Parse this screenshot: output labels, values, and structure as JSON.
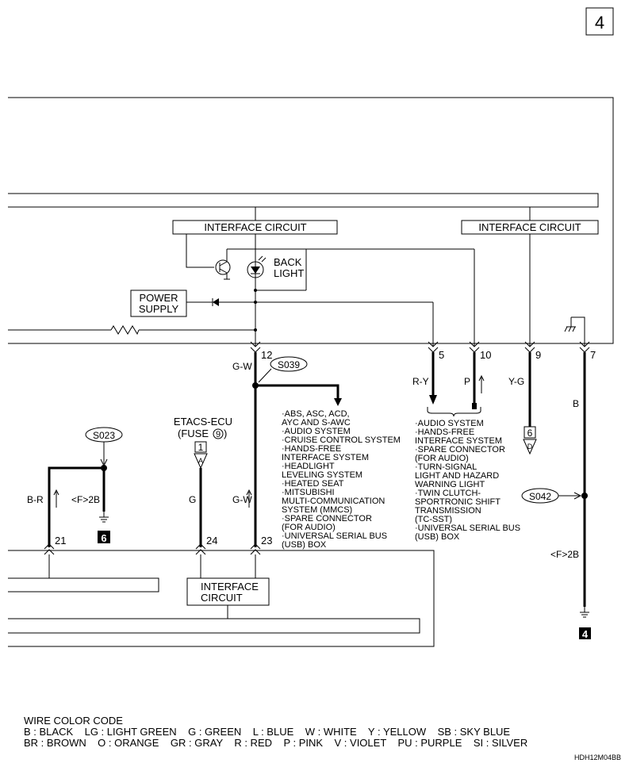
{
  "page_number": "4",
  "blocks": {
    "interface_circuit_1": "INTERFACE CIRCUIT",
    "interface_circuit_2": "INTERFACE CIRCUIT",
    "back_light": [
      "BACK",
      "LIGHT"
    ],
    "power_supply": [
      "POWER",
      "SUPPLY"
    ],
    "interface_circuit_3": [
      "INTERFACE",
      "CIRCUIT"
    ]
  },
  "pins_top": [
    {
      "num": "12",
      "color": "G-W"
    },
    {
      "num": "5",
      "color": "R-Y"
    },
    {
      "num": "10",
      "color": "P"
    },
    {
      "num": "9",
      "color": "Y-G"
    },
    {
      "num": "7",
      "color": "B"
    }
  ],
  "pins_bottom": [
    {
      "num": "21",
      "color": "B-R"
    },
    {
      "num": "24",
      "color": "G"
    },
    {
      "num": "23",
      "color": "G-W"
    }
  ],
  "splices": [
    "S039",
    "S023",
    "S042"
  ],
  "etacs": {
    "line1": "ETACS-ECU",
    "fuse_prefix": "(FUSE",
    "fuse_num": "9",
    "fuse_suffix": ")",
    "connector_box": "1",
    "connector_letter": "A"
  },
  "connector_6": {
    "box": "6",
    "letter": "D"
  },
  "ground_codes": {
    "left": "<F>2B",
    "right": "<F>2B"
  },
  "ground_badges": {
    "left": "6",
    "right": "4"
  },
  "list_1": [
    "·ABS, ASC, ACD,",
    " AYC AND S-AWC",
    "·AUDIO SYSTEM",
    "·CRUISE CONTROL SYSTEM",
    "·HANDS-FREE",
    " INTERFACE SYSTEM",
    "·HEADLIGHT",
    " LEVELING SYSTEM",
    "·HEATED SEAT",
    "·MITSUBISHI",
    " MULTI-COMMUNICATION",
    " SYSTEM (MMCS)",
    "·SPARE CONNECTOR",
    " (FOR AUDIO)",
    "·UNIVERSAL SERIAL BUS",
    " (USB) BOX"
  ],
  "list_2": [
    "·AUDIO SYSTEM",
    "·HANDS-FREE",
    " INTERFACE SYSTEM",
    "·SPARE CONNECTOR",
    " (FOR AUDIO)",
    "·TURN-SIGNAL",
    " LIGHT AND HAZARD",
    " WARNING LIGHT",
    "·TWIN CLUTCH-",
    " SPORTRONIC SHIFT",
    " TRANSMISSION",
    " (TC-SST)",
    "·UNIVERSAL SERIAL BUS",
    " (USB) BOX"
  ],
  "wire_color_code": {
    "title": "WIRE COLOR CODE",
    "row1": "B : BLACK    LG : LIGHT GREEN    G : GREEN    L : BLUE    W : WHITE    Y : YELLOW    SB : SKY BLUE",
    "row2": "BR : BROWN    O : ORANGE    GR : GRAY    R : RED    P : PINK    V : VIOLET    PU : PURPLE    SI : SILVER"
  },
  "figure_code": "HDH12M04BB"
}
